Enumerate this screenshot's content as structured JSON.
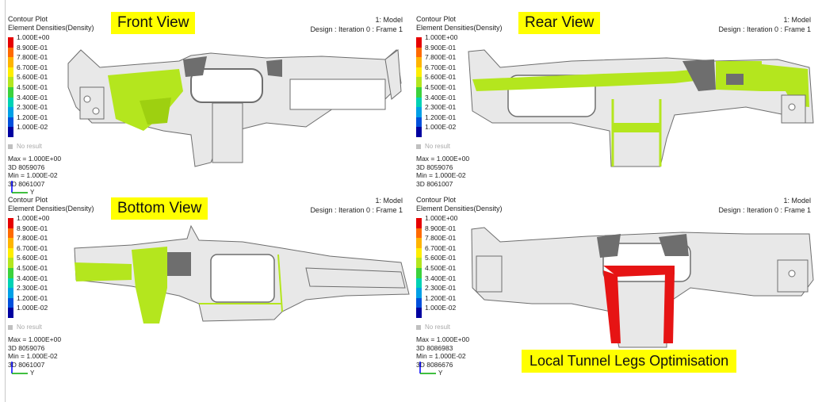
{
  "legend": {
    "values": [
      "1.000E+00",
      "8.900E-01",
      "7.800E-01",
      "6.700E-01",
      "5.600E-01",
      "4.500E-01",
      "3.400E-01",
      "2.300E-01",
      "1.200E-01",
      "1.000E-02"
    ],
    "colors": [
      "#e60000",
      "#ff6a00",
      "#ffb400",
      "#ffee00",
      "#b4e61e",
      "#3cd23c",
      "#00d2b4",
      "#00a0e6",
      "#0050dc",
      "#0000a0"
    ],
    "no_result": "No result"
  },
  "panels": [
    {
      "title_line1": "Contour Plot",
      "title_line2": "Element Densities(Density)",
      "model_line1": "1: Model",
      "model_line2": "Design : Iteration 0 : Frame 1",
      "stats": [
        "Max = 1.000E+00",
        "3D 8059076",
        "Min = 1.000E-02",
        "3D 8061007"
      ],
      "view_label": "Front View",
      "axis_label": "Y"
    },
    {
      "title_line1": "Contour Plot",
      "title_line2": "Element Densities(Density)",
      "model_line1": "1: Model",
      "model_line2": "Design : Iteration 0 : Frame 1",
      "stats": [
        "Max = 1.000E+00",
        "3D 8059076",
        "Min = 1.000E-02",
        "3D 8061007"
      ],
      "view_label": "Rear View",
      "axis_label": ""
    },
    {
      "title_line1": "Contour Plot",
      "title_line2": "Element Densities(Density)",
      "model_line1": "1: Model",
      "model_line2": "Design : Iteration 0 : Frame 1",
      "stats": [
        "Max = 1.000E+00",
        "3D 8059076",
        "Min = 1.000E-02",
        "3D 8061007"
      ],
      "view_label": "Bottom View",
      "axis_label": "Y"
    },
    {
      "title_line1": "Contour Plot",
      "title_line2": "Element Densities(Density)",
      "model_line1": "1: Model",
      "model_line2": "Design : Iteration 0 : Frame 1",
      "stats": [
        "Max = 1.000E+00",
        "3D 8086983",
        "Min = 1.000E-02",
        "3D 8086676"
      ],
      "view_label": "",
      "axis_label": "Y"
    }
  ],
  "callout": "Local Tunnel Legs Optimisation",
  "colors": {
    "mesh_gray": "#e8e8e8",
    "mesh_dark": "#6e6e6e",
    "density_green": "#b4e61e",
    "density_red": "#e61414",
    "label_yellow": "#ffff00"
  }
}
